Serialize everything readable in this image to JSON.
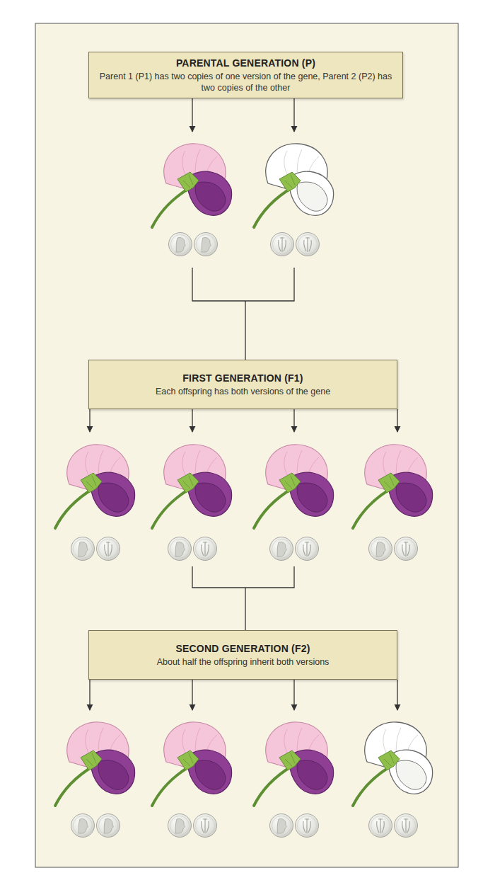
{
  "diagram": {
    "nodes": [
      {
        "text": [
          "PARENTAL GENERATION (P)",
          "Parent 1 (P1) has two copies of one version of the gene, Parent 2 (P2) has two copies of the other"
        ]
      },
      {
        "text": [
          "FIRST GENERATION (F1)",
          "Each offspring has both versions of the gene"
        ]
      },
      {
        "text": [
          "SECOND GENERATION (F2)",
          "About half the offspring inherit both versions"
        ]
      }
    ]
  }
}
